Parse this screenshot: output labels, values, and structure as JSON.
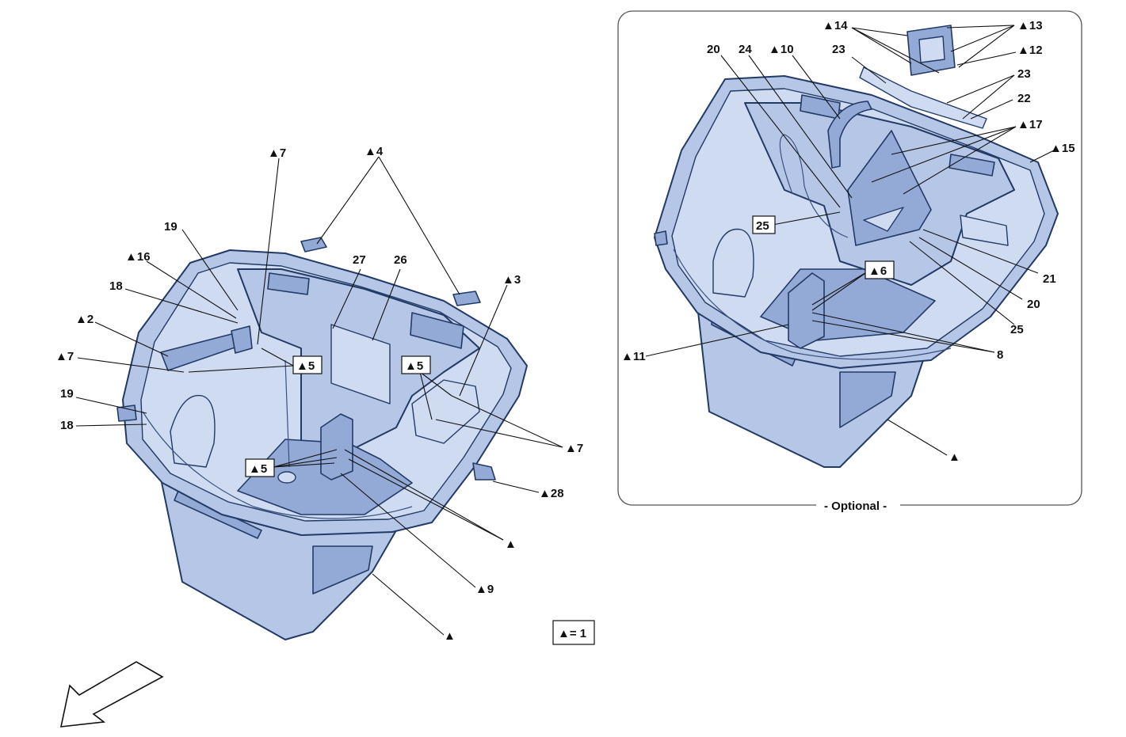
{
  "labels": {
    "left": {
      "l7_top": "▲7",
      "l4": "▲4",
      "l19a": "19",
      "l16": "▲16",
      "l18a": "18",
      "l2": "▲2",
      "l7_left": "▲7",
      "l5_a": "▲5",
      "l19b": "19",
      "l18b": "18",
      "l27": "27",
      "l26": "26",
      "l3": "▲3",
      "l5_b": "▲5",
      "l7_right": "▲7",
      "l5_c": "▲5",
      "l28": "▲28",
      "l_tri_a": "▲",
      "l9": "▲9",
      "l_tri_b": "▲"
    },
    "right": {
      "l14": "▲14",
      "l13": "▲13",
      "l12": "▲12",
      "l20a": "20",
      "l24": "24",
      "l10": "▲10",
      "l23a": "23",
      "l23b": "23",
      "l22": "22",
      "l17": "▲17",
      "l15": "▲15",
      "l25a": "25",
      "l6": "▲6",
      "l21": "21",
      "l20b": "20",
      "l25b": "25",
      "l11": "▲11",
      "l8": "8",
      "l_tri": "▲"
    },
    "optional": "- Optional -",
    "legend": "▲= 1"
  },
  "icons": {
    "direction": "direction-arrow-icon"
  }
}
